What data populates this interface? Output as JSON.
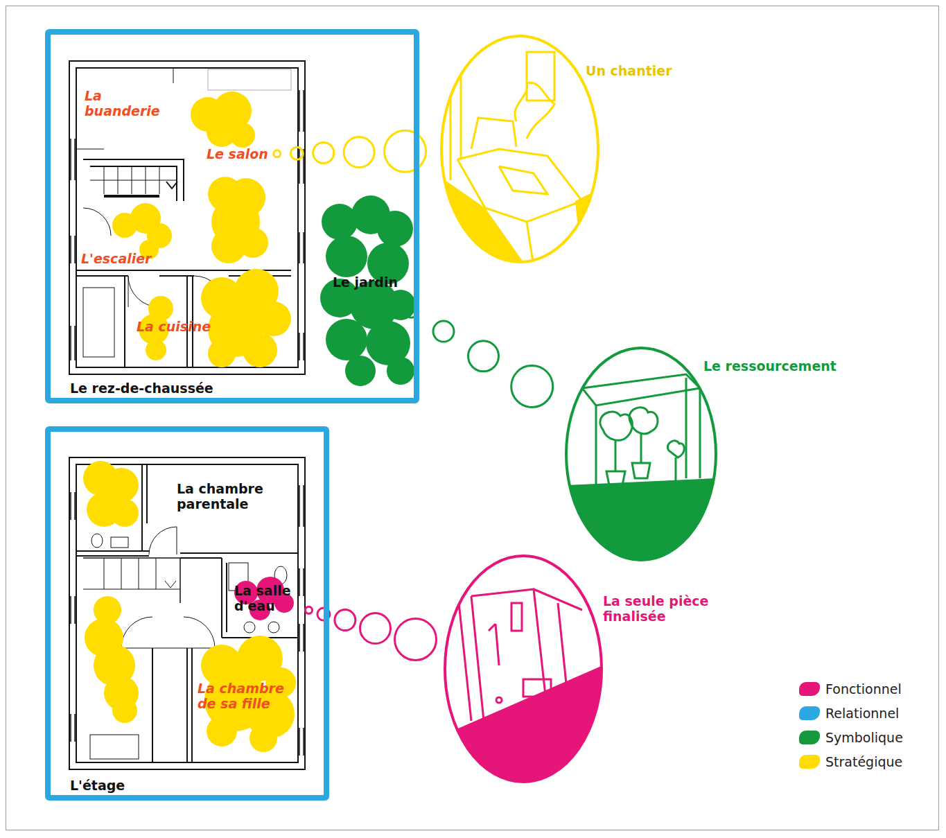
{
  "diagram": {
    "nodes": [
      {
        "text": [
          "Le rez-de-chaussée"
        ]
      },
      {
        "text": [
          "La buanderie"
        ],
        "in": 0
      },
      {
        "text": [
          "Le salon"
        ],
        "in": 0
      },
      {
        "text": [
          "L'escalier"
        ],
        "in": 0
      },
      {
        "text": [
          "La cuisine"
        ],
        "in": 0
      },
      {
        "text": [
          "Le jardin"
        ],
        "in": 0
      },
      {
        "text": [
          "Un chantier"
        ]
      },
      {
        "text": [
          "Le ressourcement"
        ]
      },
      {
        "text": [
          "L'étage"
        ]
      },
      {
        "text": [
          "La chambre parentale"
        ],
        "in": 8
      },
      {
        "text": [
          "La salle d'eau"
        ],
        "in": 8
      },
      {
        "text": [
          "La chambre de sa fille"
        ],
        "in": 8
      },
      {
        "text": [
          "La seule pièce finalisée"
        ]
      }
    ],
    "edges": [
      {
        "from": 2,
        "to": 6,
        "arrow": "none"
      },
      {
        "from": 5,
        "to": 7,
        "arrow": "none"
      },
      {
        "from": 10,
        "to": 12,
        "arrow": "none"
      }
    ],
    "legend": [
      {
        "text": "Fonctionnel",
        "color": "#e6157a"
      },
      {
        "text": "Relationnel",
        "color": "#2ba8e0"
      },
      {
        "text": "Symbolique",
        "color": "#129a3d"
      },
      {
        "text": "Stratégique",
        "color": "#ffdd00"
      }
    ]
  }
}
